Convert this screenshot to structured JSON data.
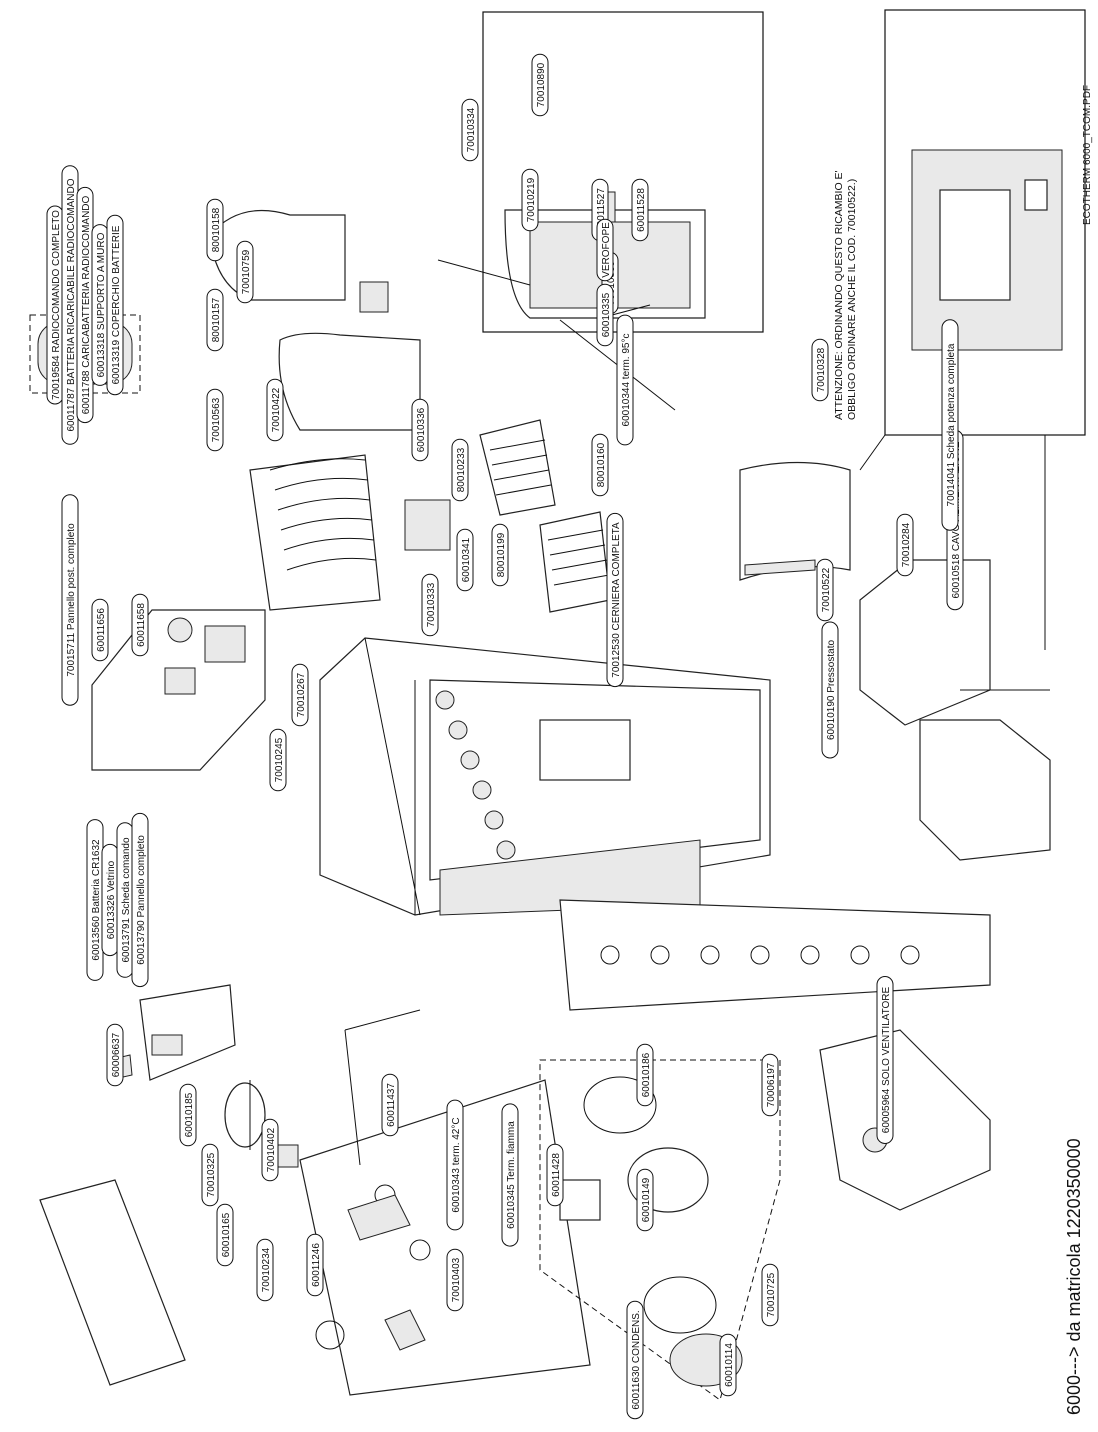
{
  "diagram": {
    "footer_model": "6000---> da matricola 1220350000",
    "file_ref": "ECOTHERM 6000_TCOM.PDF",
    "part_labels": [
      {
        "code": "70019584",
        "desc": "RADIOCOMANDO COMPLETO"
      },
      {
        "code": "60011787",
        "desc": "BATTERIA RICARICABILE RADIOCOMANDO"
      },
      {
        "code": "60011788",
        "desc": "CARICABATTERIA RADIOCOMANDO"
      },
      {
        "code": "60013318",
        "desc": "SUPPORTO A MURO"
      },
      {
        "code": "60013319",
        "desc": "COPERCHIO BATTERIE"
      },
      {
        "code": "70015711",
        "desc": "Pannello post. completo"
      },
      {
        "code": "60011656",
        "desc": ""
      },
      {
        "code": "60011658",
        "desc": ""
      },
      {
        "code": "70010422",
        "desc": ""
      },
      {
        "code": "70010563",
        "desc": ""
      },
      {
        "code": "80010157",
        "desc": ""
      },
      {
        "code": "80010158",
        "desc": ""
      },
      {
        "code": "70010759",
        "desc": ""
      },
      {
        "code": "70010334",
        "desc": ""
      },
      {
        "code": "70010890",
        "desc": ""
      },
      {
        "code": "70010219",
        "desc": ""
      },
      {
        "code": "60011527",
        "desc": ""
      },
      {
        "code": "60011528",
        "desc": ""
      },
      {
        "code": "70010889",
        "desc": ""
      },
      {
        "code": "60010335",
        "desc": ""
      },
      {
        "code": "VEROFOPE",
        "desc": ""
      },
      {
        "code": "70012530",
        "desc": "CERNIERA COMPLETA"
      },
      {
        "code": "60010336",
        "desc": ""
      },
      {
        "code": "80010233",
        "desc": ""
      },
      {
        "code": "60010341",
        "desc": ""
      },
      {
        "code": "70010333",
        "desc": ""
      },
      {
        "code": "80010199",
        "desc": ""
      },
      {
        "code": "80010160",
        "desc": ""
      },
      {
        "code": "60010344",
        "desc": "term. 95°c"
      },
      {
        "code": "70010328",
        "desc": ""
      },
      {
        "code": "70010522",
        "desc": ""
      },
      {
        "code": "70010284",
        "desc": ""
      },
      {
        "code": "60010518",
        "desc": "CAVO ALIMENTAZIONE"
      },
      {
        "code": "70014041",
        "desc": "Scheda potenza completa"
      },
      {
        "code": "70010267",
        "desc": ""
      },
      {
        "code": "60013560",
        "desc": "Batteria CR1632"
      },
      {
        "code": "60013326",
        "desc": "Vetrino"
      },
      {
        "code": "60013791",
        "desc": "Scheda comando"
      },
      {
        "code": "60013790",
        "desc": "Pannello completo"
      },
      {
        "code": "60006637",
        "desc": ""
      },
      {
        "code": "60010190",
        "desc": "Pressostato"
      },
      {
        "code": "70010245",
        "desc": ""
      },
      {
        "code": "60010185",
        "desc": ""
      },
      {
        "code": "70010402",
        "desc": ""
      },
      {
        "code": "70010325",
        "desc": ""
      },
      {
        "code": "60011437",
        "desc": ""
      },
      {
        "code": "60010343",
        "desc": "term. 42°C"
      },
      {
        "code": "60010345",
        "desc": "Term. fiamma"
      },
      {
        "code": "60010186",
        "desc": ""
      },
      {
        "code": "60010149",
        "desc": ""
      },
      {
        "code": "60011428",
        "desc": ""
      },
      {
        "code": "70006197",
        "desc": ""
      },
      {
        "code": "60005964",
        "desc": "SOLO VENTILATORE"
      },
      {
        "code": "60010165",
        "desc": ""
      },
      {
        "code": "70010234",
        "desc": ""
      },
      {
        "code": "60011246",
        "desc": ""
      },
      {
        "code": "70010403",
        "desc": ""
      },
      {
        "code": "60010114",
        "desc": ""
      },
      {
        "code": "60011630",
        "desc": "CONDENS."
      },
      {
        "code": "70010725",
        "desc": ""
      }
    ],
    "notes": {
      "attention_line1": "ATTENZIONE: ORDINANDO QUESTO RICAMBIO E'",
      "attention_line2": "OBBLIGO ORDINARE ANCHE IL COD. 70010522.)"
    }
  }
}
